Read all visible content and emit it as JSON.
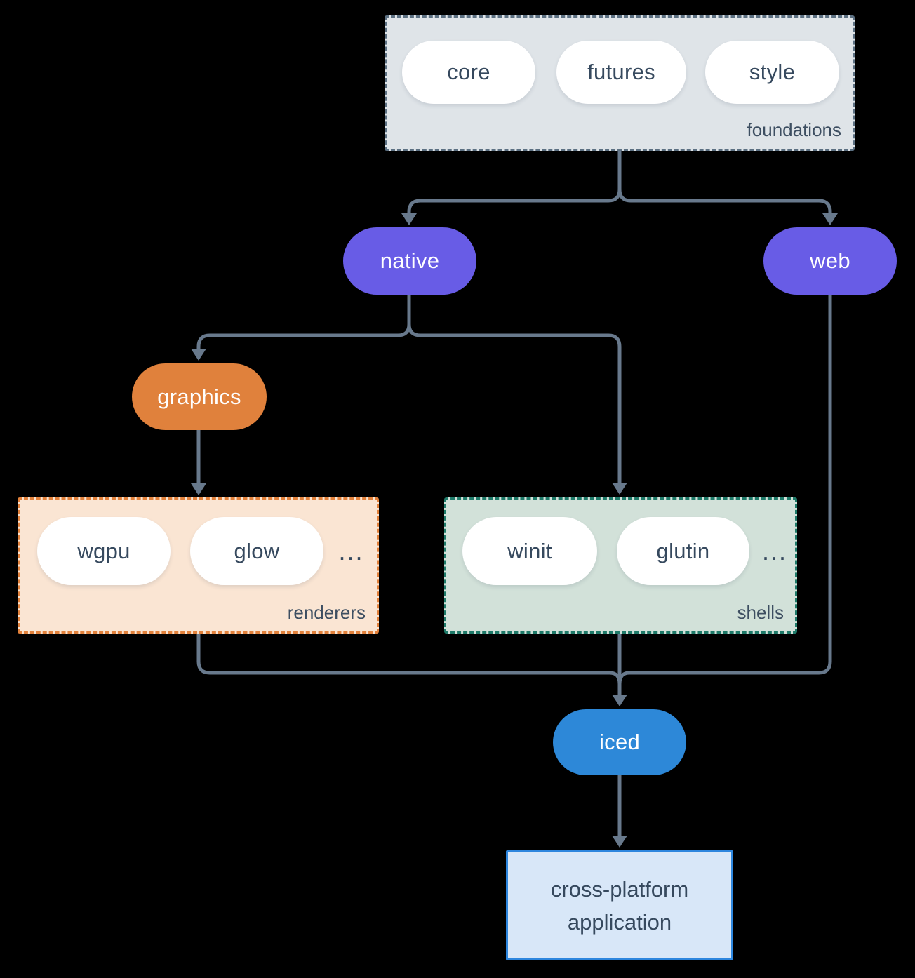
{
  "groups": {
    "foundations": {
      "label": "foundations",
      "items": [
        "core",
        "futures",
        "style"
      ]
    },
    "renderers": {
      "label": "renderers",
      "items": [
        "wgpu",
        "glow"
      ],
      "ellipsis": "..."
    },
    "shells": {
      "label": "shells",
      "items": [
        "winit",
        "glutin"
      ],
      "ellipsis": "..."
    }
  },
  "nodes": {
    "native": {
      "label": "native"
    },
    "web": {
      "label": "web"
    },
    "graphics": {
      "label": "graphics"
    },
    "iced": {
      "label": "iced"
    },
    "application": {
      "lines": [
        "cross-platform",
        "application"
      ]
    }
  },
  "edges": [
    {
      "from": "foundations",
      "to": "native"
    },
    {
      "from": "foundations",
      "to": "web"
    },
    {
      "from": "native",
      "to": "graphics"
    },
    {
      "from": "native",
      "to": "shells"
    },
    {
      "from": "graphics",
      "to": "renderers"
    },
    {
      "from": "renderers",
      "to": "iced"
    },
    {
      "from": "shells",
      "to": "iced"
    },
    {
      "from": "web",
      "to": "iced"
    },
    {
      "from": "iced",
      "to": "application"
    }
  ],
  "colors": {
    "background": "#000000",
    "connector": "#68798c",
    "foundations_fill": "#dfe4e8",
    "foundations_border": "#5c7082",
    "renderers_fill": "#fae5d3",
    "renderers_border": "#e2813b",
    "shells_fill": "#d2e1d9",
    "shells_border": "#1e7a69",
    "node_purple": "#685ce6",
    "node_orange": "#e0813c",
    "node_blue": "#2d88d8",
    "application_fill": "#d8e7f8",
    "application_border": "#2d86de",
    "pill_fill": "#ffffff",
    "text_dark": "#36495e",
    "text_light": "#ffffff"
  }
}
